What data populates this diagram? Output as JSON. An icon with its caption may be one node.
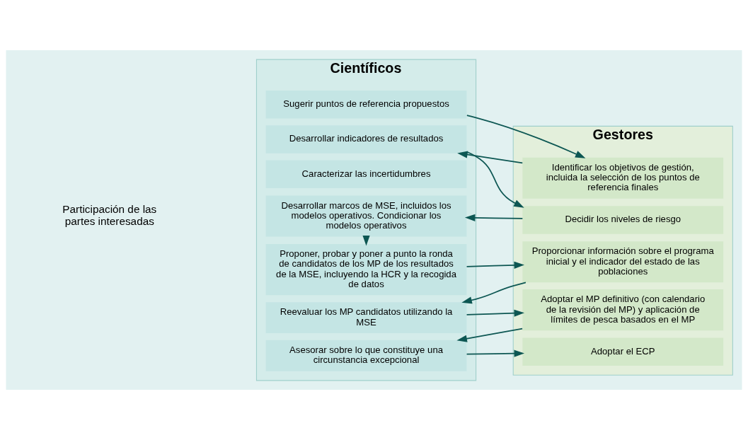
{
  "diagram": {
    "nodes": [
      {
        "text": [
          "Científicos"
        ]
      },
      {
        "text": [
          "Gestores"
        ]
      },
      {
        "text": [
          "Sugerir puntos de referencia propuestos"
        ],
        "in": 0
      },
      {
        "text": [
          "Desarrollar indicadores de resultados"
        ],
        "in": 0
      },
      {
        "text": [
          "Caracterizar las incertidumbres"
        ],
        "in": 0
      },
      {
        "text": [
          "Desarrollar marcos de MSE, incluidos los modelos operativos. Condicionar los modelos operativos"
        ],
        "in": 0
      },
      {
        "text": [
          "Proponer, probar y poner a punto la ronda de candidatos de los MP de los resultados de la MSE, incluyendo la HCR y la recogida de datos"
        ],
        "in": 0
      },
      {
        "text": [
          "Reevaluar los MP candidatos utilizando la MSE"
        ],
        "in": 0
      },
      {
        "text": [
          "Asesorar sobre lo que constituye una circunstancia excepcional"
        ],
        "in": 0
      },
      {
        "text": [
          "Identificar los objetivos de gestión, incluida la selección de los puntos de referencia finales"
        ],
        "in": 1
      },
      {
        "text": [
          "Decidir los niveles de riesgo"
        ],
        "in": 1
      },
      {
        "text": [
          "Proporcionar información sobre el programa inicial y el indicador del estado de las poblaciones"
        ],
        "in": 1
      },
      {
        "text": [
          "Adoptar el MP definitivo (con calendario de la revisión del MP) y aplicación de límites de pesca basados en el MP"
        ],
        "in": 1
      },
      {
        "text": [
          "Adoptar el ECP"
        ],
        "in": 1
      }
    ],
    "edges": [
      {
        "from": 2,
        "to": 9,
        "arrow": "to"
      },
      {
        "from": 9,
        "to": 3,
        "arrow": "to"
      },
      {
        "from": 3,
        "to": 10,
        "arrow": "to"
      },
      {
        "from": 10,
        "to": 5,
        "arrow": "to"
      },
      {
        "from": 5,
        "to": 6,
        "arrow": "to"
      },
      {
        "from": 6,
        "to": 11,
        "arrow": "to"
      },
      {
        "from": 11,
        "to": 7,
        "arrow": "to"
      },
      {
        "from": 7,
        "to": 12,
        "arrow": "to"
      },
      {
        "from": 12,
        "to": 8,
        "arrow": "to"
      },
      {
        "from": 8,
        "to": 13,
        "arrow": "to"
      }
    ],
    "labels": [
      "Participación de las partes interesadas"
    ]
  }
}
